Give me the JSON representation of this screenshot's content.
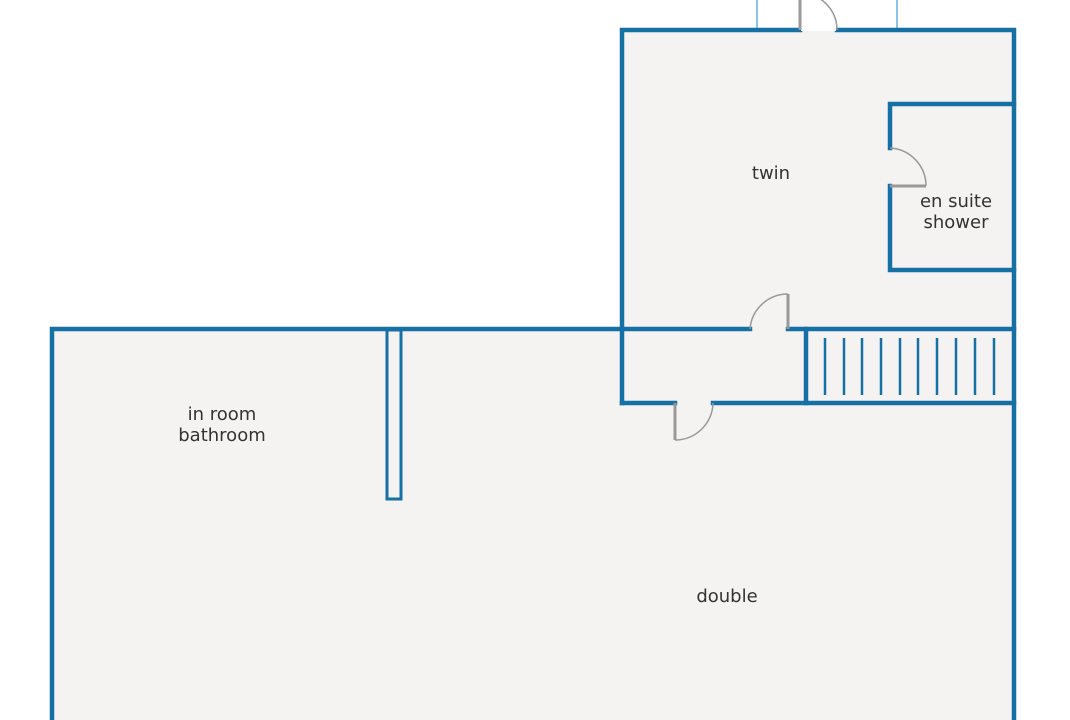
{
  "colors": {
    "wall": "#1670a3",
    "floor": "#f4f3f2",
    "door": "#999999",
    "window": "#8cc4e8",
    "text": "#333333"
  },
  "rooms": {
    "twin": {
      "lines": [
        "twin"
      ]
    },
    "en_suite": {
      "lines": [
        "en suite",
        "shower"
      ]
    },
    "bathroom": {
      "lines": [
        "in room",
        "bathroom"
      ]
    },
    "double": {
      "lines": [
        "double"
      ]
    }
  }
}
